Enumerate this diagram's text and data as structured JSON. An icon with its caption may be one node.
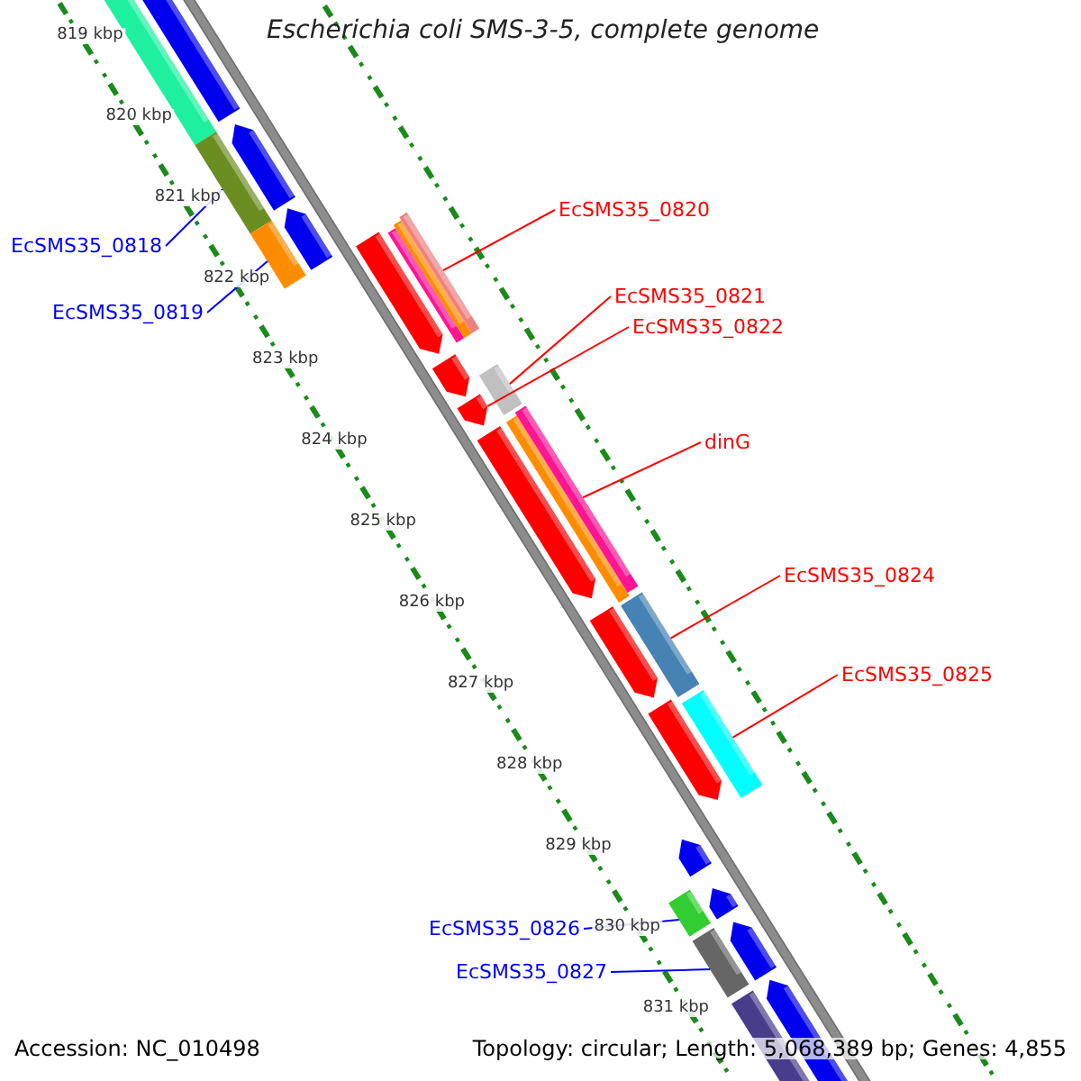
{
  "diagram": {
    "title": "Escherichia coli SMS-3-5, complete genome",
    "nodes": [
      {
        "text": [
          "EcSMS35_0818"
        ]
      },
      {
        "text": [
          "EcSMS35_0819"
        ]
      },
      {
        "text": [
          "EcSMS35_0820"
        ]
      },
      {
        "text": [
          "EcSMS35_0821"
        ]
      },
      {
        "text": [
          "EcSMS35_0822"
        ]
      },
      {
        "text": [
          "dinG"
        ]
      },
      {
        "text": [
          "EcSMS35_0824"
        ]
      },
      {
        "text": [
          "EcSMS35_0825"
        ]
      },
      {
        "text": [
          "EcSMS35_0826"
        ]
      },
      {
        "text": [
          "EcSMS35_0827"
        ]
      },
      {
        "text": [],
        "shape": "bar"
      },
      {
        "text": [],
        "shape": "bar"
      },
      {
        "text": [],
        "shape": "bar"
      },
      {
        "text": [],
        "shape": "bar"
      },
      {
        "text": [],
        "shape": "bar"
      },
      {
        "text": [],
        "shape": "bar"
      },
      {
        "text": [],
        "shape": "bar"
      },
      {
        "text": [],
        "shape": "bar"
      },
      {
        "text": [],
        "shape": "bar"
      },
      {
        "text": [],
        "shape": "bar"
      }
    ],
    "edges": [
      {
        "from": 0,
        "to": 10,
        "arrow": "none",
        "color": "#0000ff"
      },
      {
        "from": 1,
        "to": 11,
        "arrow": "none",
        "color": "#0000ff"
      },
      {
        "from": 2,
        "to": 12,
        "arrow": "none"
      },
      {
        "from": 3,
        "to": 13,
        "arrow": "none"
      },
      {
        "from": 4,
        "to": 14,
        "arrow": "none"
      },
      {
        "from": 5,
        "to": 15,
        "arrow": "none"
      },
      {
        "from": 6,
        "to": 16,
        "arrow": "none"
      },
      {
        "from": 7,
        "to": 17,
        "arrow": "none"
      },
      {
        "from": 8,
        "to": 18,
        "arrow": "none",
        "color": "#0000ff"
      },
      {
        "from": 9,
        "to": 19,
        "arrow": "none",
        "color": "#0000ff"
      }
    ],
    "labels": [
      "819 kbp",
      "820 kbp",
      "821 kbp",
      "822 kbp",
      "823 kbp",
      "824 kbp",
      "825 kbp",
      "826 kbp",
      "827 kbp",
      "828 kbp",
      "829 kbp",
      "830 kbp",
      "831 kbp",
      "Accession: NC_010498",
      "Topology: circular; Length: 5,068,389 bp; Genes: 4,855"
    ]
  }
}
